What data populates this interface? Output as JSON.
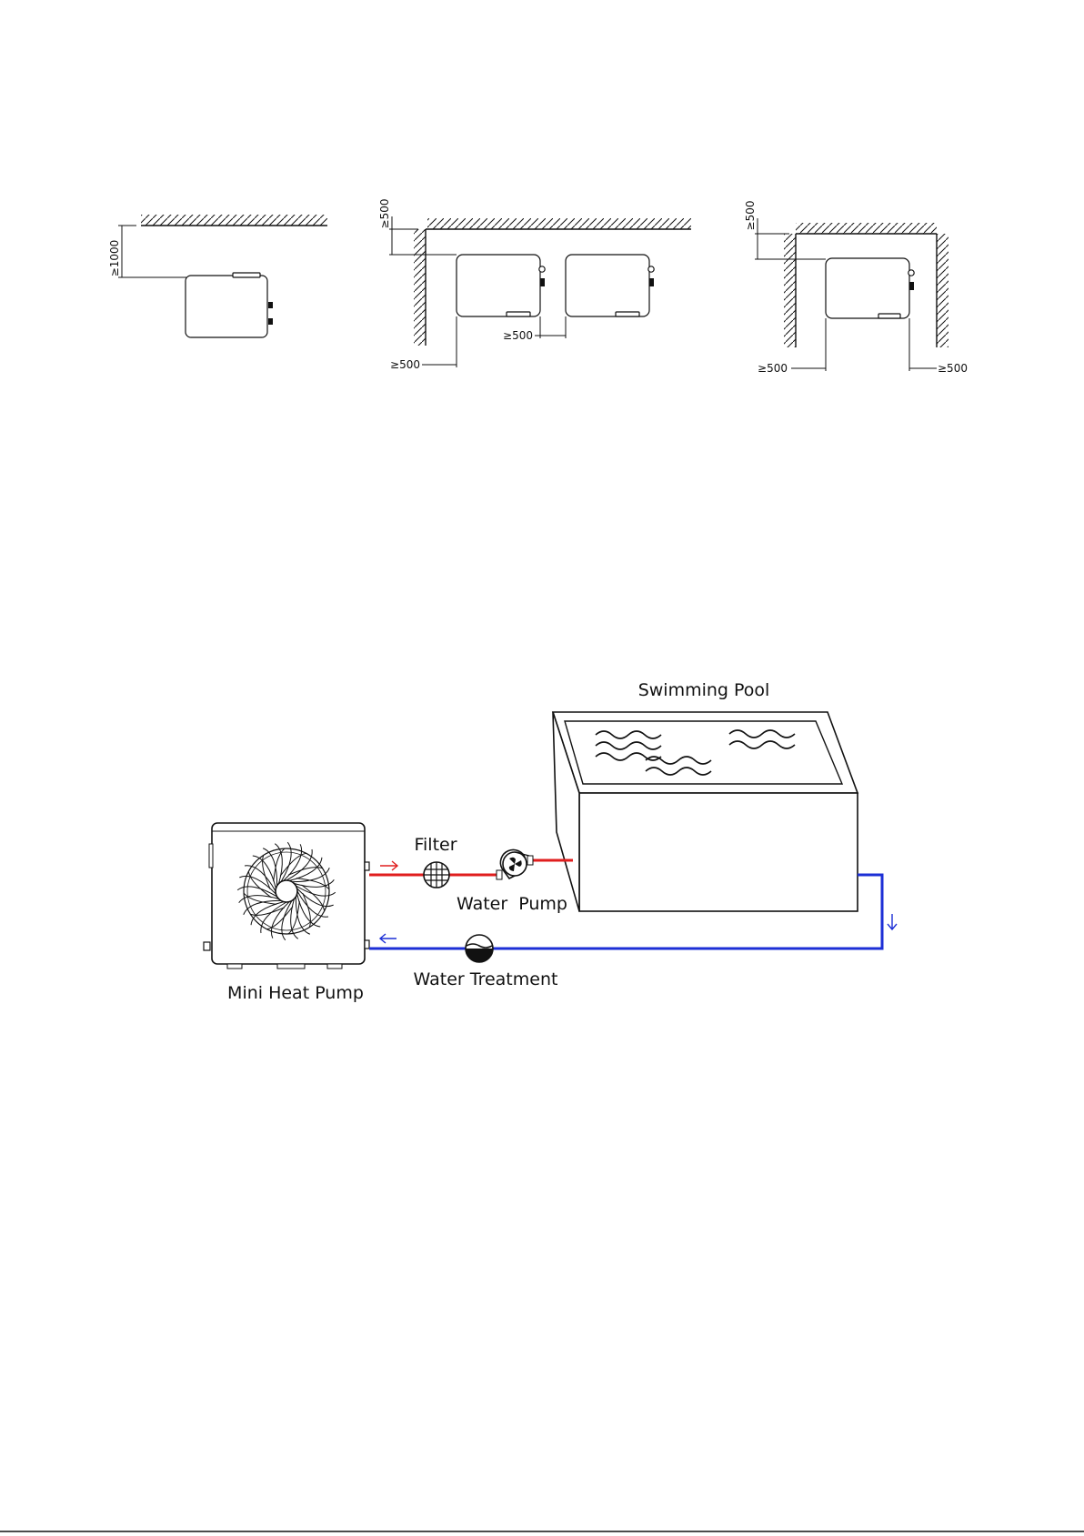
{
  "clearance_diagrams": {
    "single": {
      "top": "≥1000"
    },
    "double": {
      "top": "≥500",
      "between": "≥500",
      "left": "≥500"
    },
    "enclosed": {
      "top": "≥500",
      "left": "≥500",
      "right": "≥500"
    }
  },
  "flow_diagram": {
    "pool_label": "Swimming Pool",
    "filter_label": "Filter",
    "pump_label": "Water  Pump",
    "treatment_label": "Water Treatment",
    "heat_pump_label": "Mini Heat Pump",
    "supply_color": "#e01e1e",
    "return_color": "#1c2fd6"
  }
}
